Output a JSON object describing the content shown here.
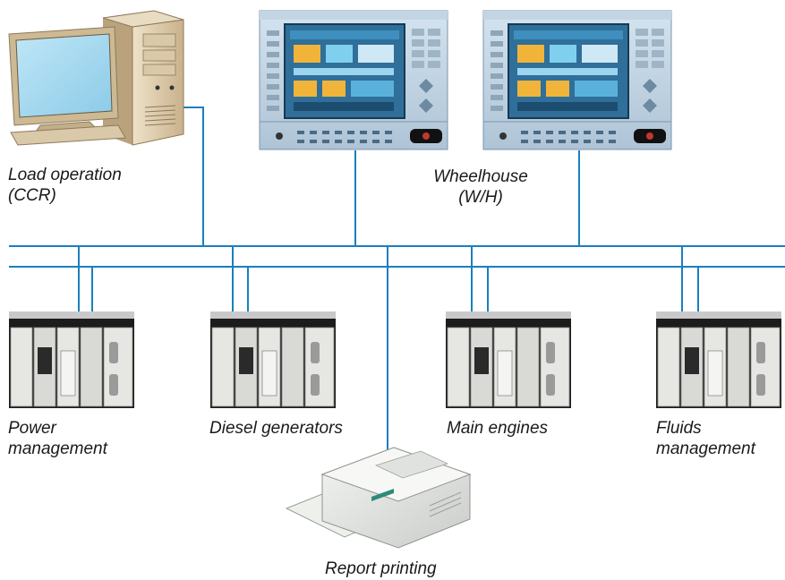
{
  "network": {
    "color": "#1a7fc0"
  },
  "stations": {
    "load_operation": {
      "line1": "Load operation",
      "line2": "(CCR)"
    },
    "wheelhouse": {
      "line1": "Wheelhouse",
      "line2": "(W/H)"
    }
  },
  "controllers": [
    {
      "line1": "Power",
      "line2": "management"
    },
    {
      "line1": "Diesel generators",
      "line2": ""
    },
    {
      "line1": "Main engines",
      "line2": ""
    },
    {
      "line1": "Fluids",
      "line2": "management"
    }
  ],
  "printer": {
    "label": "Report printing"
  },
  "icons": {
    "pc": "desktop-computer-icon",
    "hmi": "hmi-touch-panel-icon",
    "plc": "plc-rack-icon",
    "printer": "laser-printer-icon"
  }
}
